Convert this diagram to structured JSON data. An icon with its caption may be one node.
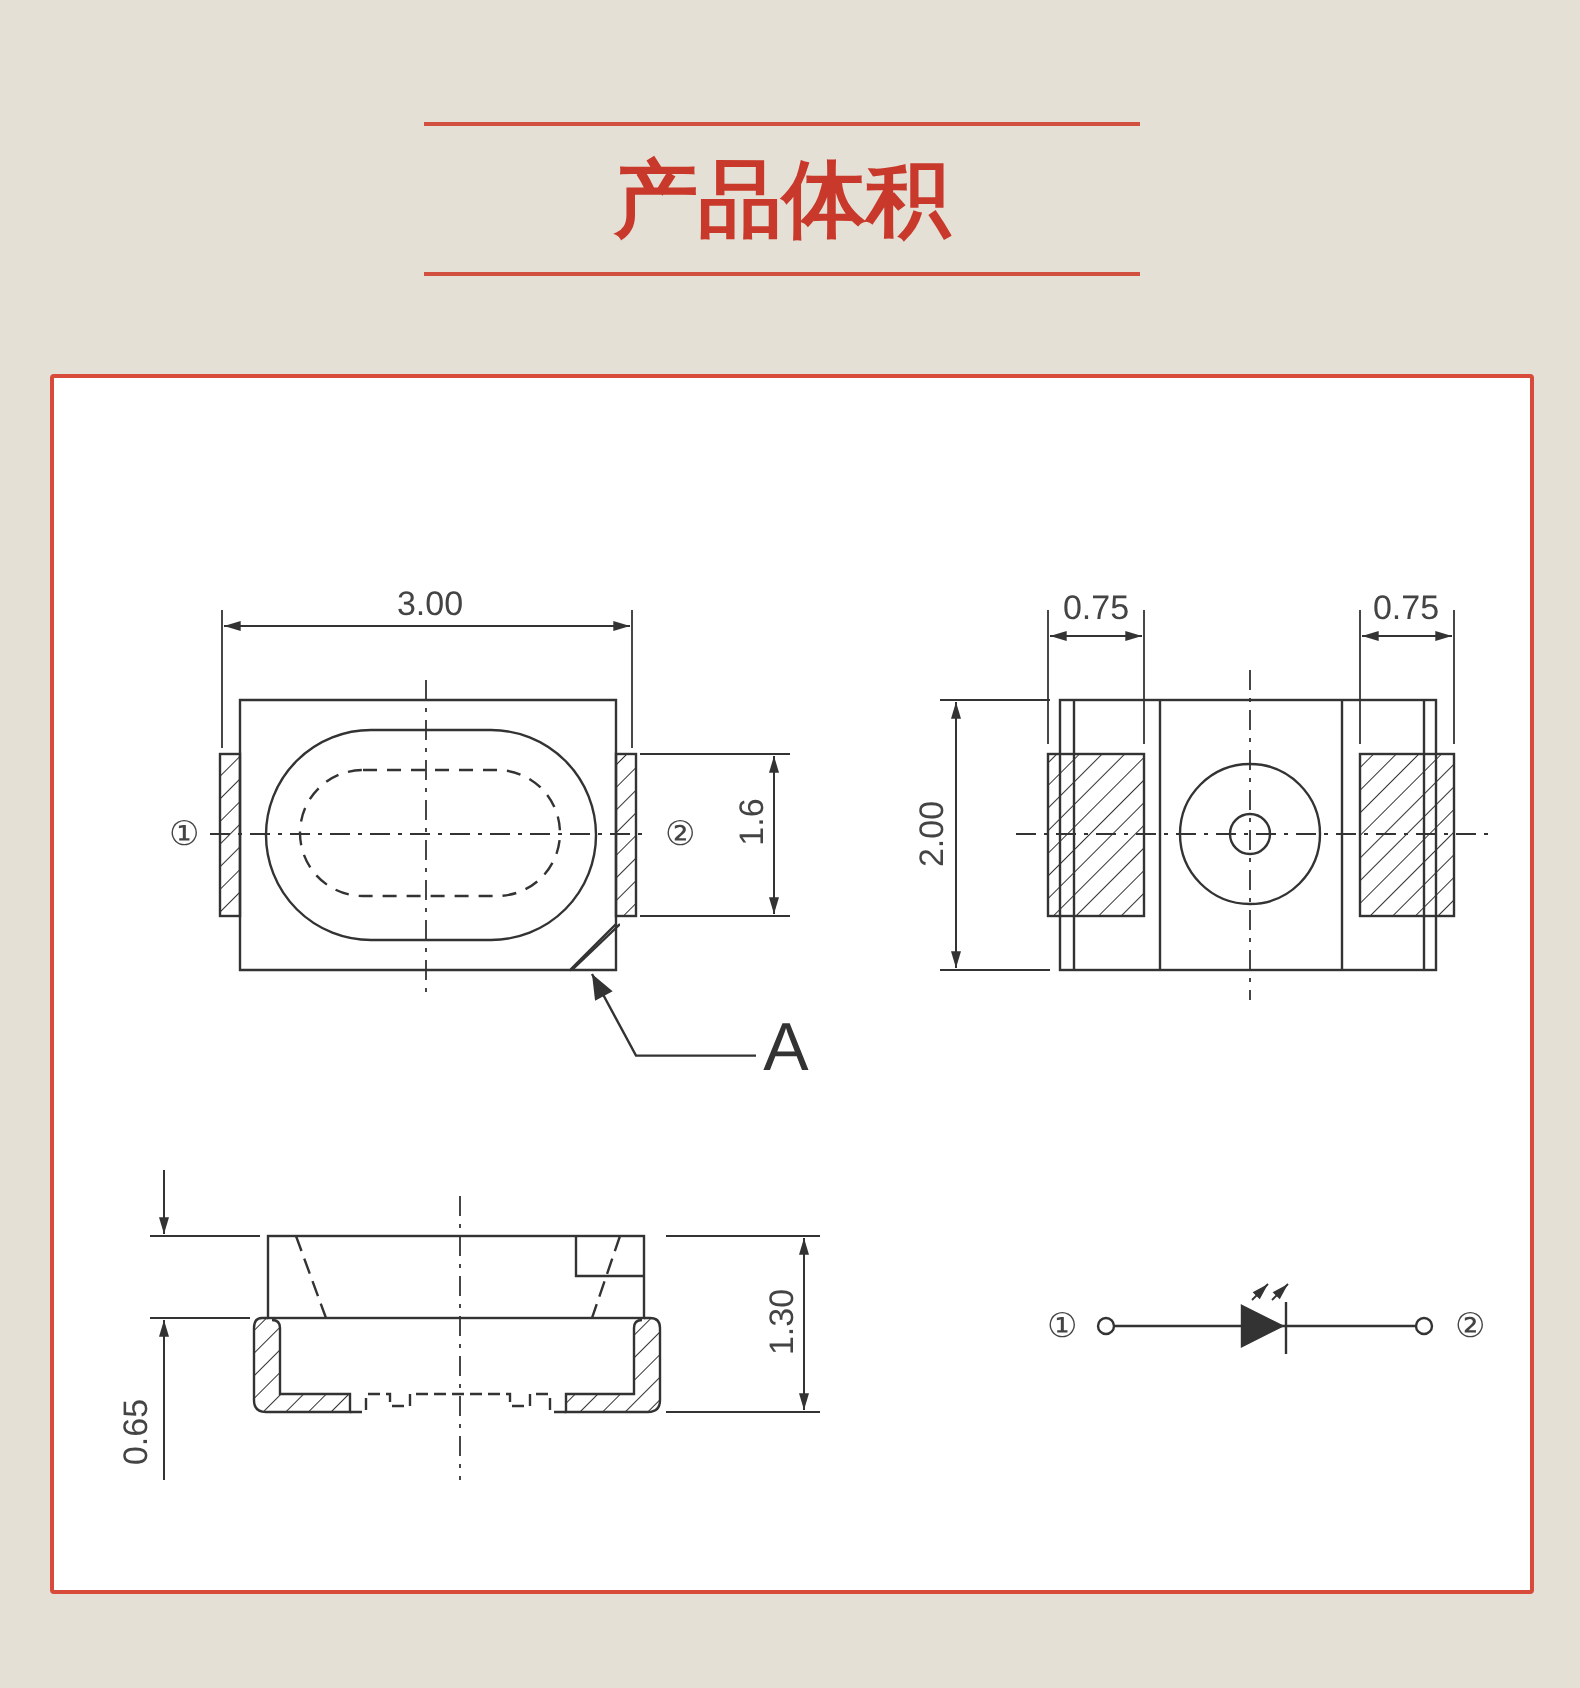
{
  "diagram": {
    "title": "产品体积",
    "nodes": [
      {
        "text": [
          "A"
        ]
      },
      {
        "text": [],
        "shape": "line"
      }
    ],
    "edges": [
      {
        "from": 0,
        "to": 1,
        "arrow": "to"
      }
    ],
    "labels": [
      "3.00",
      "①",
      "②",
      "1.6",
      "0.75",
      "0.75",
      "2.00",
      "0.65",
      "1.30",
      "①",
      "②"
    ]
  }
}
